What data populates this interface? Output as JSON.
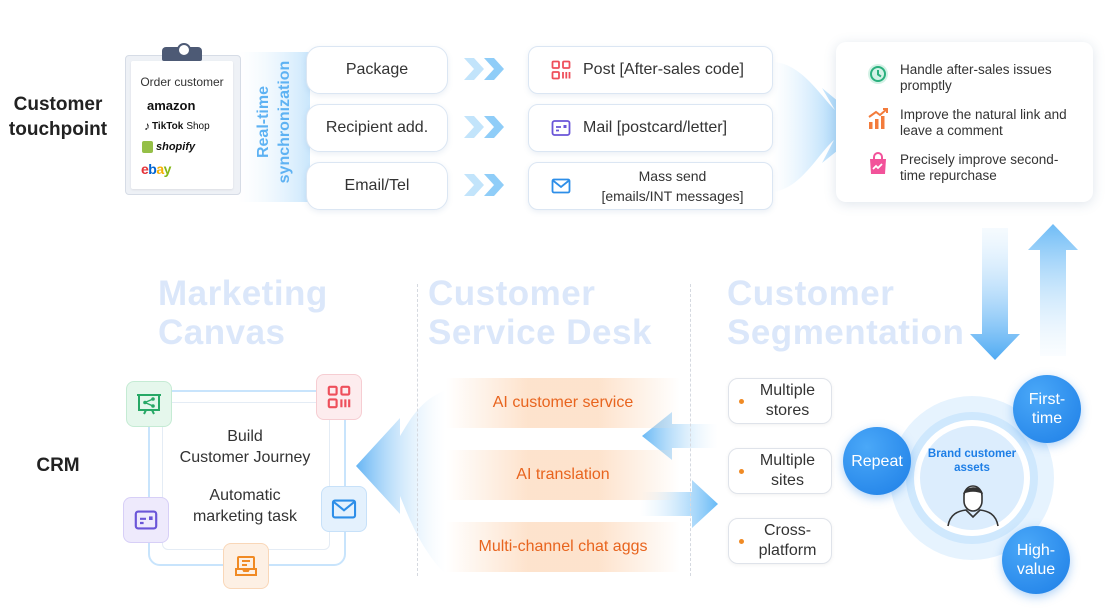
{
  "side_labels": {
    "touchpoint": "Customer\ntouchpoint",
    "crm": "CRM"
  },
  "clipboard": {
    "title": "Order customer",
    "logos": [
      "amazon",
      "TikTok",
      "Shop",
      "shopify",
      "ebay"
    ]
  },
  "sync_label": "Real-time\nsynchronization",
  "data_pills": [
    "Package",
    "Recipient add.",
    "Email/Tel"
  ],
  "channels": [
    {
      "icon": "post-icon",
      "label": "Post [After-sales code]"
    },
    {
      "icon": "mail-icon",
      "label": "Mail [postcard/letter]"
    },
    {
      "icon": "email-icon",
      "label": "Mass send\n[emails/INT messages]"
    }
  ],
  "results": [
    {
      "icon": "clock-icon",
      "label": "Handle after-sales issues promptly"
    },
    {
      "icon": "growth-chart-icon",
      "label": "Improve the natural link and leave a comment"
    },
    {
      "icon": "shopping-bag-icon",
      "label": "Precisely improve second-time repurchase"
    }
  ],
  "sections": {
    "marketing": "Marketing\nCanvas",
    "service": "Customer\nService Desk",
    "segmentation": "Customer\nSegmentation"
  },
  "canvas": {
    "journey": "Build\nCustomer Journey",
    "task": "Automatic\nmarketing task"
  },
  "services": [
    "AI customer service",
    "AI translation",
    "Multi-channel chat aggs"
  ],
  "segments": [
    "Multiple\nstores",
    "Multiple\nsites",
    "Cross-\nplatform"
  ],
  "assets": {
    "center": "Brand customer\nassets",
    "repeat": "Repeat",
    "first_time": "First-\ntime",
    "high_value": "High-\nvalue"
  },
  "colors": {
    "accent": "#1d7ee6",
    "orange": "#e8641e",
    "title_faded": "#dbe7fa"
  }
}
